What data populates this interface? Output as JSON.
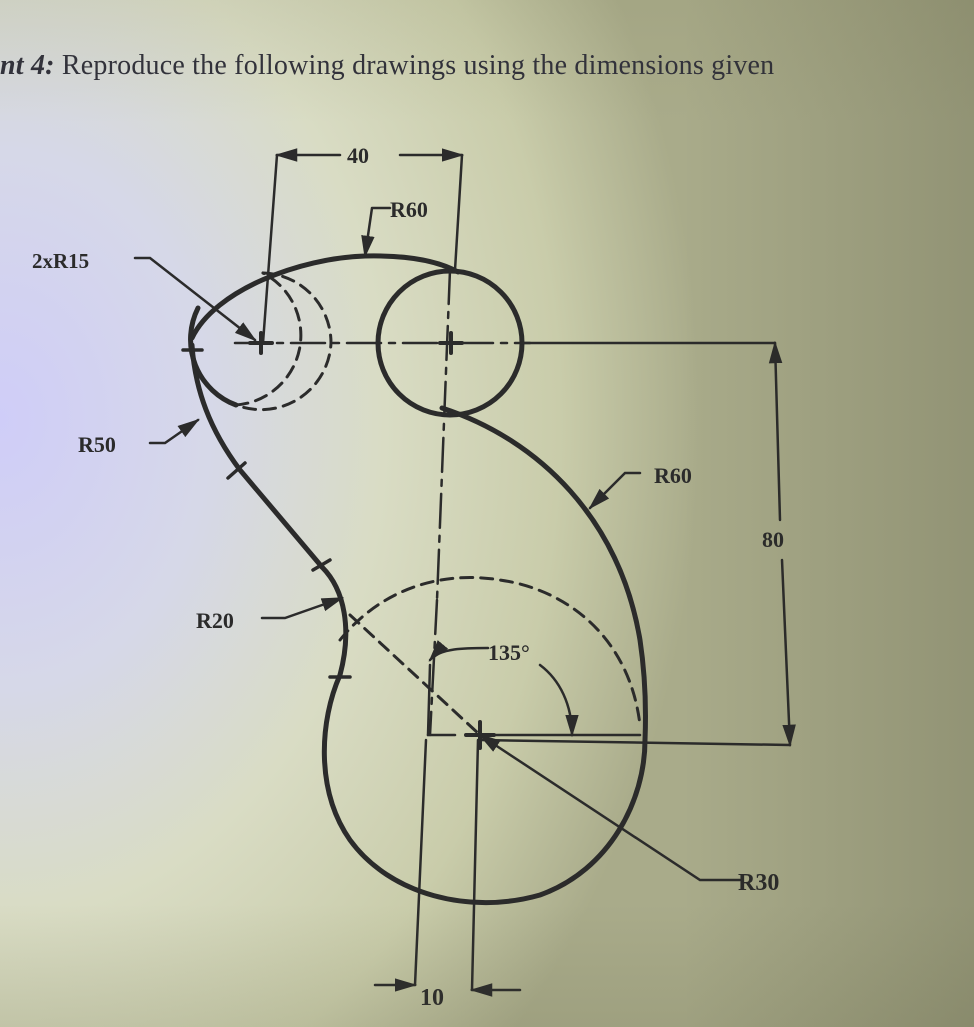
{
  "heading": {
    "prefix": "nt 4:",
    "text": "Reproduce the following drawings using the dimensions given"
  },
  "drawing": {
    "dimensions": {
      "top_width": "40",
      "top_arc_radius": "R60",
      "small_circles": "2xR15",
      "left_arc_radius": "R50",
      "fillet_radius": "R20",
      "right_arc_radius": "R60",
      "vertical_offset": "80",
      "angle": "135°",
      "big_circle_radius": "R30",
      "horizontal_offset": "10"
    },
    "colors": {
      "line": "#2b2b2b",
      "paper": "#d9dcc4"
    }
  }
}
